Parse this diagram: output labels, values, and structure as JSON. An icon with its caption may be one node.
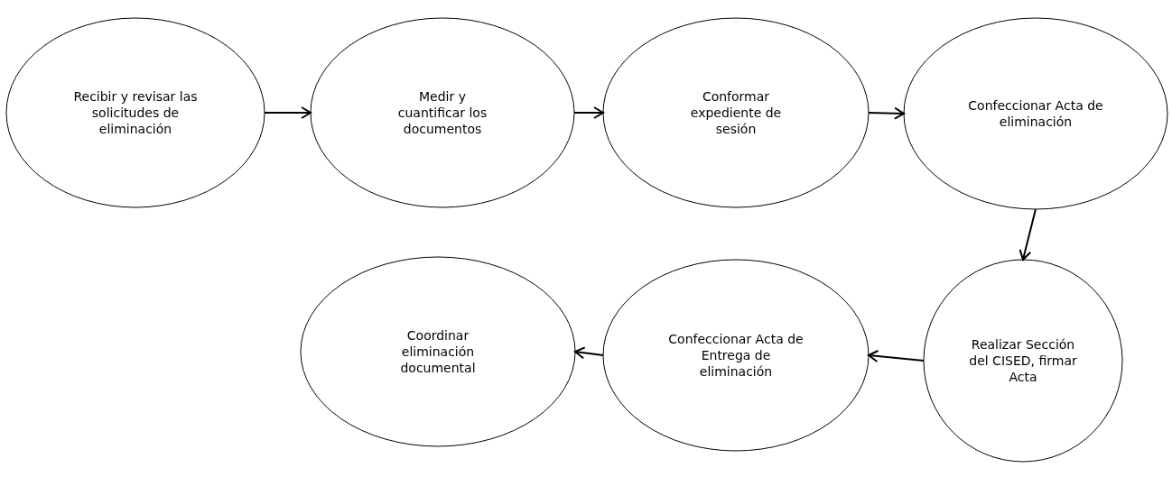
{
  "diagram": {
    "nodes": [
      {
        "text": [
          "Recibir y revisar las solicitudes de eliminación"
        ]
      },
      {
        "text": [
          "Medir y cuantificar los documentos"
        ]
      },
      {
        "text": [
          "Conformar expediente de sesión"
        ]
      },
      {
        "text": [
          "Confeccionar Acta de eliminación"
        ]
      },
      {
        "text": [
          "Realizar Sección del CISED, firmar Acta"
        ]
      },
      {
        "text": [
          "Confeccionar Acta de Entrega de eliminación"
        ]
      },
      {
        "text": [
          "Coordinar eliminación documental"
        ]
      }
    ],
    "edges": [
      {
        "from": 0,
        "to": 1,
        "arrow": "to"
      },
      {
        "from": 1,
        "to": 2,
        "arrow": "to"
      },
      {
        "from": 2,
        "to": 3,
        "arrow": "to"
      },
      {
        "from": 3,
        "to": 4,
        "arrow": "to"
      },
      {
        "from": 4,
        "to": 5,
        "arrow": "to"
      },
      {
        "from": 5,
        "to": 6,
        "arrow": "to"
      }
    ]
  }
}
